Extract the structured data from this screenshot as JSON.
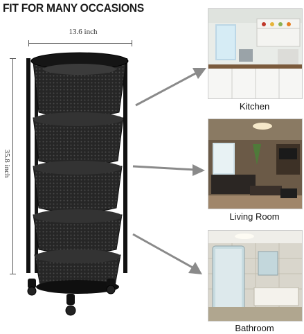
{
  "headline": "FIT FOR MANY OCCASIONS",
  "dimensions": {
    "width": "13.6 inch",
    "height": "35.8 inch"
  },
  "occasions": [
    {
      "label": "Kitchen"
    },
    {
      "label": "Living Room"
    },
    {
      "label": "Bathroom"
    }
  ],
  "colors": {
    "cart": "#1e1e1e",
    "arrow": "#8a8a8a"
  }
}
